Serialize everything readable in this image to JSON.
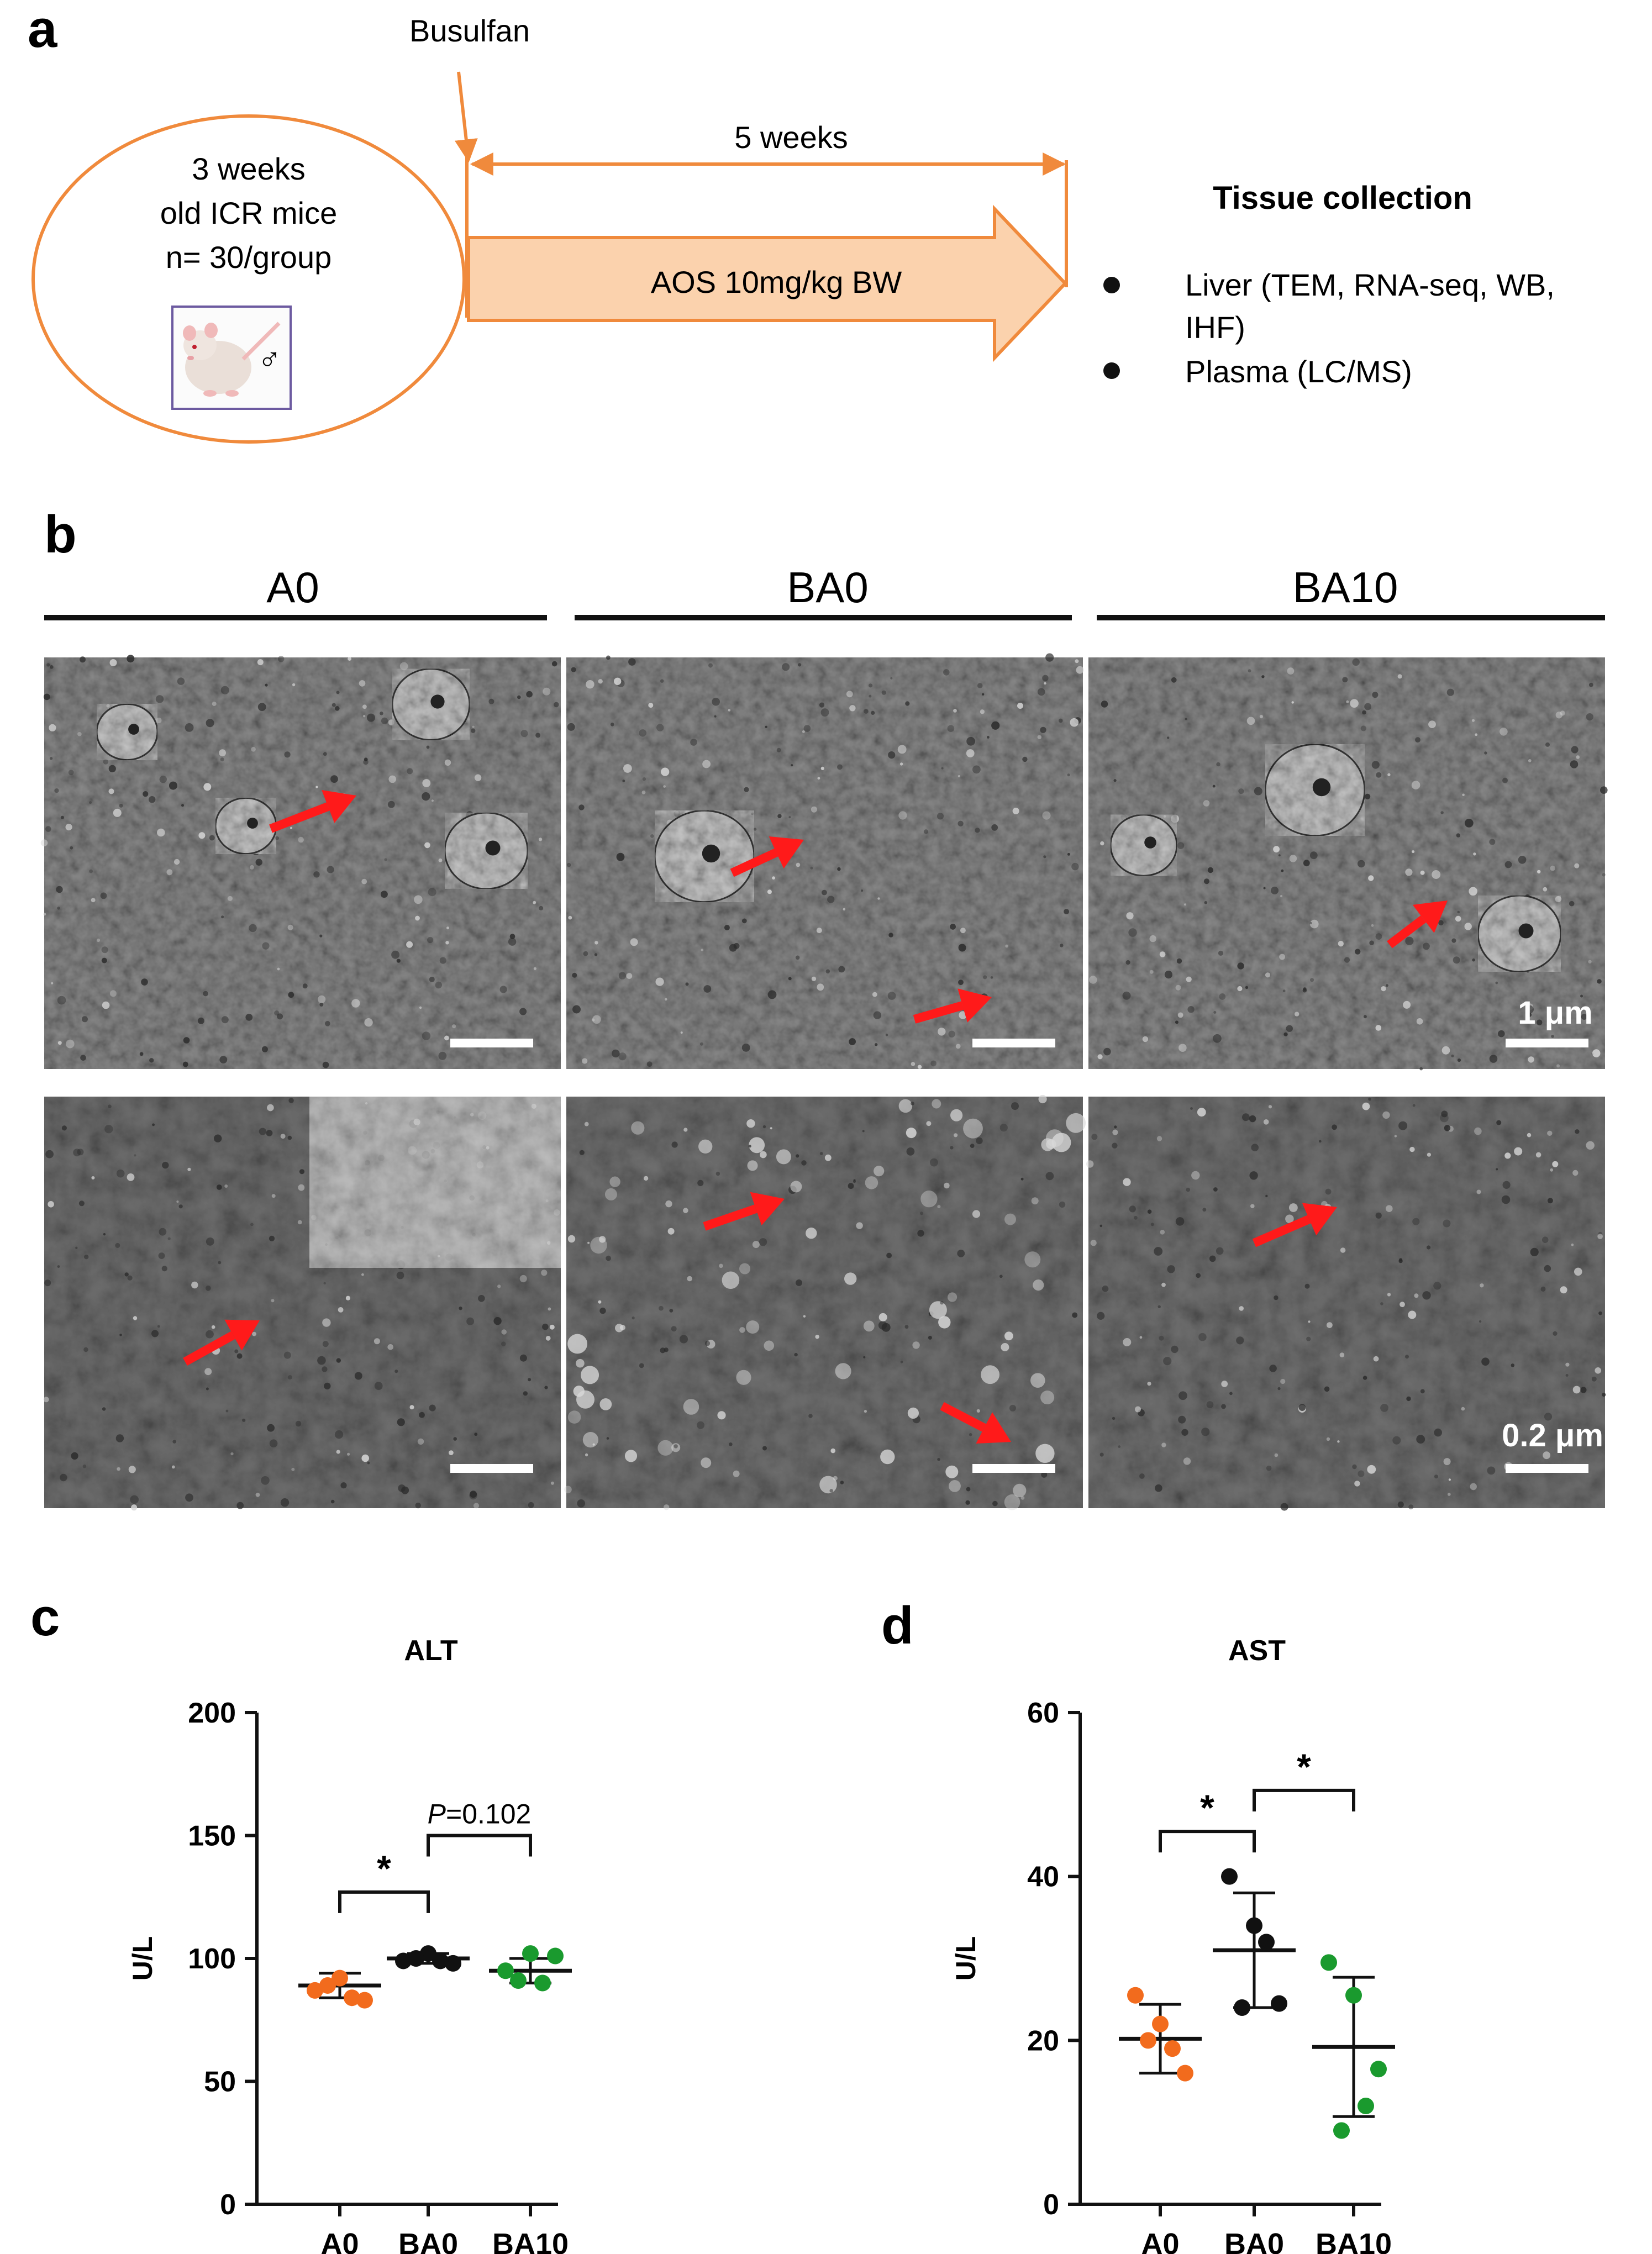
{
  "panel_a": {
    "letter": "a",
    "busulfan_label": "Busulfan",
    "duration_label": "5 weeks",
    "mice_lines": [
      "3 weeks",
      "old ICR mice",
      "n= 30/group"
    ],
    "sex_symbol": "♂",
    "treatment_label": "AOS 10mg/kg BW",
    "tissue_title": "Tissue collection",
    "tissue_items": [
      "Liver (TEM, RNA-seq, WB,",
      "IHF)",
      "Plasma (LC/MS)"
    ],
    "colors": {
      "accent": "#f08a3c",
      "arrow_fill": "#fbd2ad"
    }
  },
  "panel_b": {
    "letter": "b",
    "groups": [
      "A0",
      "BA0",
      "BA10"
    ],
    "scalebar_top": "1 μm",
    "scalebar_bottom": "0.2 μm",
    "arrow_color": "#ff1a1a"
  },
  "chart_data": [
    {
      "type": "scatter",
      "panel": "c",
      "title": "ALT",
      "xlabel": "",
      "ylabel": "U/L",
      "ylim": [
        0,
        200
      ],
      "yticks": [
        0,
        50,
        100,
        150,
        200
      ],
      "categories": [
        "A0",
        "BA0",
        "BA10"
      ],
      "colors": [
        "#f26b1d",
        "#111111",
        "#1a9a2e"
      ],
      "points": [
        [
          87,
          92,
          83,
          89,
          84
        ],
        [
          99,
          102,
          98,
          100,
          99
        ],
        [
          95,
          102,
          101,
          91,
          90
        ]
      ],
      "mean": [
        89,
        100,
        95
      ],
      "sd": [
        5,
        2,
        5
      ],
      "brackets": [
        {
          "from": 0,
          "to": 1,
          "label": "*",
          "y": 127
        },
        {
          "from": 1,
          "to": 2,
          "label": "P=0.102",
          "y": 150
        }
      ]
    },
    {
      "type": "scatter",
      "panel": "d",
      "title": "AST",
      "xlabel": "",
      "ylabel": "U/L",
      "ylim": [
        0,
        60
      ],
      "yticks": [
        0,
        20,
        40,
        60
      ],
      "categories": [
        "A0",
        "BA0",
        "BA10"
      ],
      "colors": [
        "#f26b1d",
        "#111111",
        "#1a9a2e"
      ],
      "points": [
        [
          25.5,
          22,
          16,
          20,
          19
        ],
        [
          40,
          34,
          24.5,
          24,
          32
        ],
        [
          29.5,
          25.5,
          16.5,
          9,
          12
        ]
      ],
      "mean": [
        20.2,
        31,
        19.2
      ],
      "sd": [
        4.2,
        7,
        8.5
      ],
      "brackets": [
        {
          "from": 0,
          "to": 1,
          "label": "*",
          "y": 45.5
        },
        {
          "from": 1,
          "to": 2,
          "label": "*",
          "y": 50.5
        }
      ]
    }
  ]
}
